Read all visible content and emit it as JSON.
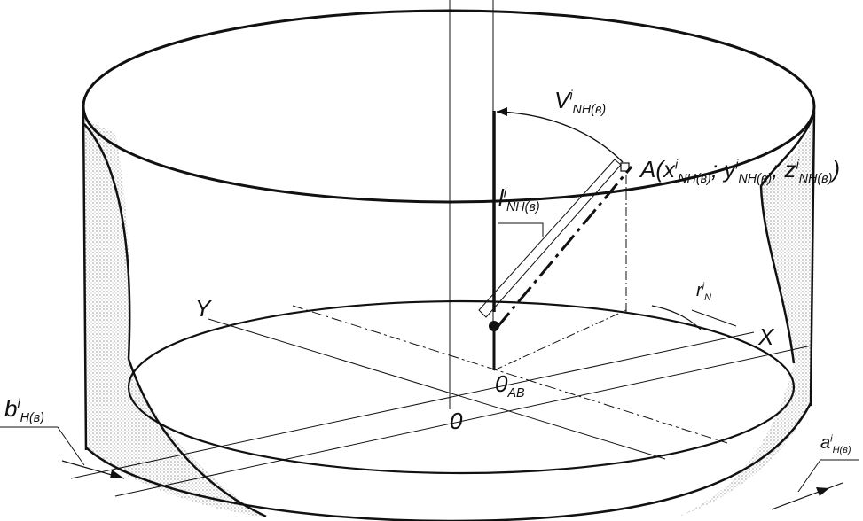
{
  "labels": {
    "point_A_label": "A(x",
    "point_A_x_sub": "NH(в)",
    "point_A_x_sup": "i",
    "point_A_sep1": "; y",
    "point_A_y_sub": "NH(в)",
    "point_A_y_sup": "i",
    "point_A_sep2": "; z",
    "point_A_z_sub": "NH(в)",
    "point_A_z_sup": "i",
    "point_A_close": ")",
    "angle_V": "V",
    "angle_V_sup": "i",
    "angle_V_sub": "NH(в)",
    "length_l": "l",
    "length_l_sup": "i",
    "length_l_sub": "NH(в)",
    "axis_Y": "Y",
    "axis_X": "X",
    "origin_0": "0",
    "origin_0AB": "0",
    "origin_0AB_sub": "AB",
    "radius_r": "r",
    "radius_r_sup": "i",
    "radius_r_sub": "N",
    "dim_b": "b",
    "dim_b_sup": "i",
    "dim_b_sub": "H(в)",
    "dim_a": "a",
    "dim_a_sup": "i",
    "dim_a_sub": "H(в)"
  },
  "colors": {
    "stroke": "#111111",
    "hatch": "#c8c8c8",
    "background": "#ffffff"
  }
}
